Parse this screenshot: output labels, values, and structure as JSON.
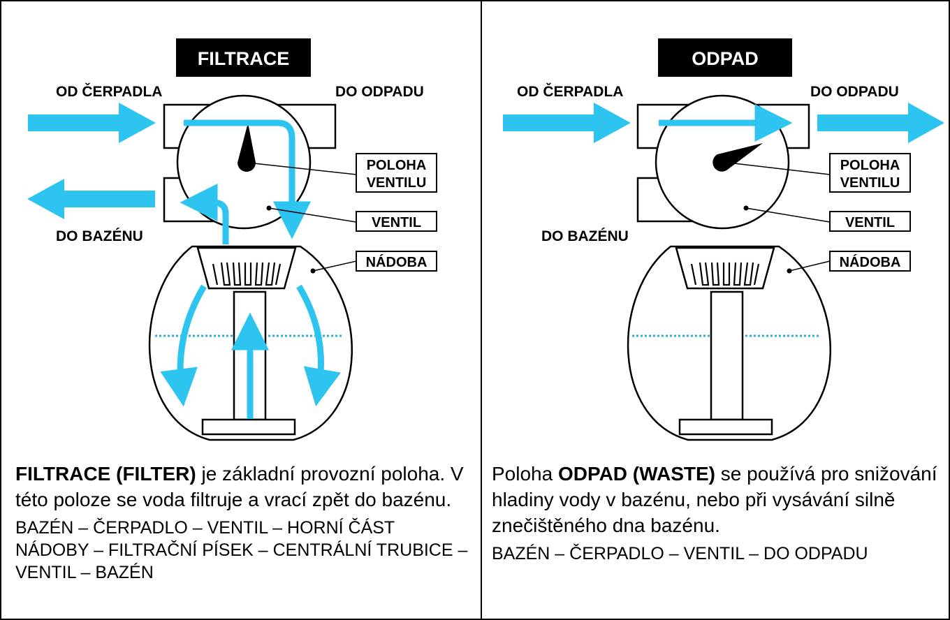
{
  "colors": {
    "flow": "#2ec4f0",
    "line": "#000000",
    "label_bg": "#000000",
    "label_fg": "#ffffff",
    "water_line": "#2ab0d8"
  },
  "left": {
    "mode_label": "FILTRACE",
    "from_pump": "OD ČERPADLA",
    "to_waste": "DO ODPADU",
    "to_pool": "DO BAZÉNU",
    "valve_position_line1": "POLOHA",
    "valve_position_line2": "VENTILU",
    "valve": "VENTIL",
    "tank": "NÁDOBA",
    "desc_bold": "FILTRACE (FILTER)",
    "desc_rest": " je základní provozní poloha. V této poloze se voda filtruje a vrací zpět do bazénu.",
    "path": "BAZÉN – ČERPADLO – VENTIL – HORNÍ ČÁST NÁDOBY – FILTRAČNÍ PÍSEK – CENTRÁLNÍ TRUBICE – VENTIL – BAZÉN"
  },
  "right": {
    "mode_label": "ODPAD",
    "from_pump": "OD ČERPADLA",
    "to_waste": "DO ODPADU",
    "to_pool": "DO BAZÉNU",
    "valve_position_line1": "POLOHA",
    "valve_position_line2": "VENTILU",
    "valve": "VENTIL",
    "tank": "NÁDOBA",
    "desc_prefix": "Poloha ",
    "desc_bold": "ODPAD (WASTE)",
    "desc_rest": " se používá pro snižování hladiny vody v bazénu, nebo při vysávání silně znečištěného dna bazénu.",
    "path": "BAZÉN – ČERPADLO – VENTIL – DO ODPADU"
  }
}
